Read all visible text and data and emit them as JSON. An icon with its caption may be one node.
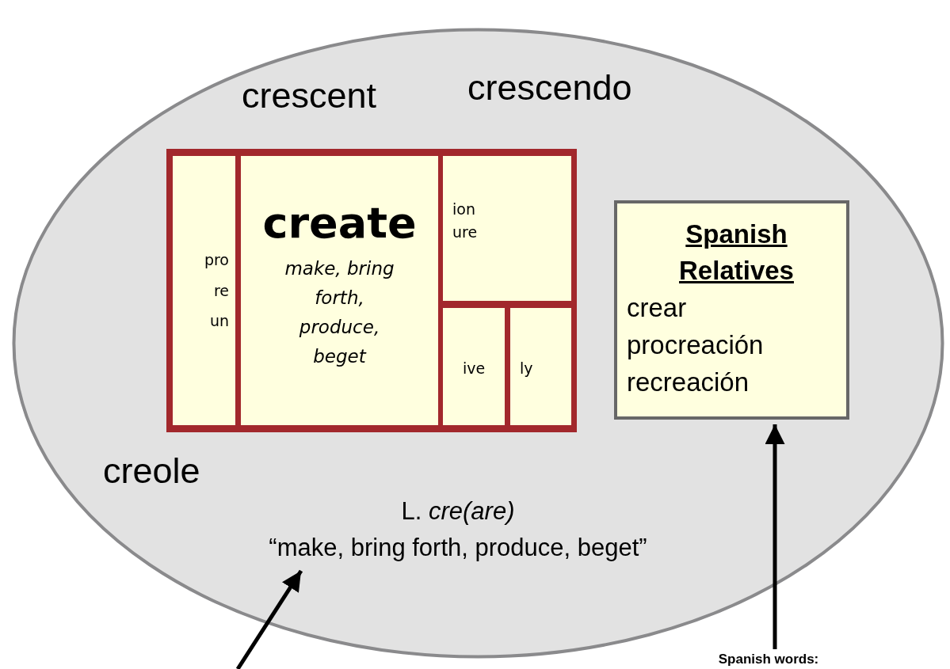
{
  "diagram": {
    "nodes": [
      {
        "text": [],
        "shape": "ellipse"
      },
      {
        "text": [],
        "shape": "box",
        "in": 0
      },
      {
        "text": [
          "pro",
          "re",
          "un"
        ],
        "in": 1
      },
      {
        "text": [
          "create",
          "make, bring forth, produce, beget"
        ],
        "in": 1
      },
      {
        "text": [
          "ion",
          "ure"
        ],
        "in": 1
      },
      {
        "text": [
          "ive"
        ],
        "in": 1
      },
      {
        "text": [
          "ly"
        ],
        "in": 1
      },
      {
        "text": [
          "Spanish Relatives",
          "crear",
          "procreación",
          "recreación"
        ],
        "in": 0
      },
      {
        "text": [
          "L. *cre(are)*",
          "“make, bring forth, produce, beget”"
        ],
        "in": 0
      },
      {
        "text": [
          "Spanish words:"
        ]
      }
    ],
    "edges": [
      {
        "from": null,
        "to": 8,
        "arrow": "to"
      },
      {
        "from": 9,
        "to": 7,
        "arrow": "to"
      }
    ],
    "labels": [
      "crescent",
      "crescendo",
      "creole"
    ]
  }
}
